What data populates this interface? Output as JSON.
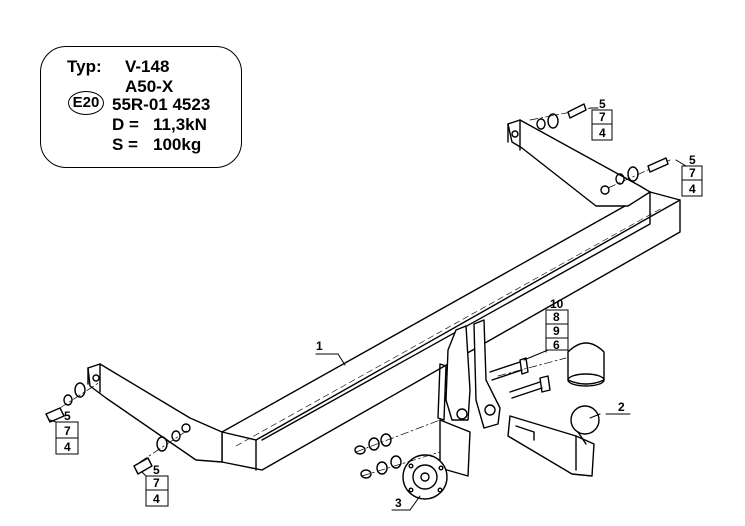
{
  "spec": {
    "typ_label": "Typ:",
    "typ_value": "V-148",
    "model": "A50-X",
    "mark": "E20",
    "approval": "55R-01 4523",
    "d_label": "D =",
    "d_value": "11,3kN",
    "s_label": "S =",
    "s_value": "100kg"
  },
  "callouts": {
    "p1": "1",
    "p2": "2",
    "p3": "3",
    "bolt_top_1": [
      "5",
      "7",
      "4"
    ],
    "bolt_top_2": [
      "5",
      "7",
      "4"
    ],
    "bolt_left_1": [
      "5",
      "7",
      "4"
    ],
    "bolt_left_2": [
      "5",
      "7",
      "4"
    ],
    "ball_group": [
      "10",
      "8",
      "9",
      "6"
    ]
  }
}
